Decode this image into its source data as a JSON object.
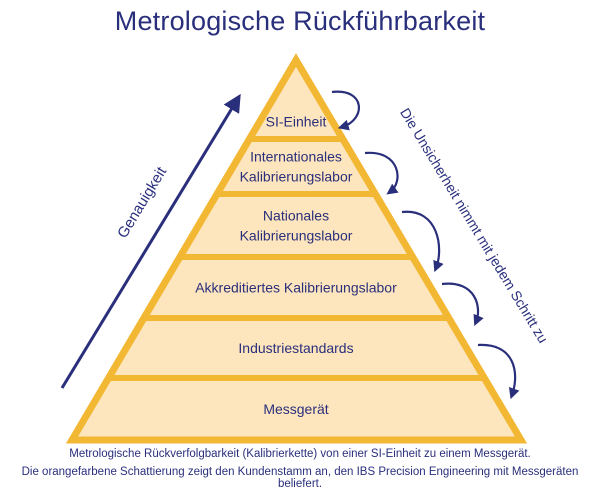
{
  "title": "Metrologische Rückführbarkeit",
  "levels": [
    {
      "lines": [
        "SI-Einheit"
      ]
    },
    {
      "lines": [
        "Internationales",
        "Kalibrierungslabor"
      ]
    },
    {
      "lines": [
        "Nationales",
        "Kalibrierungslabor"
      ]
    },
    {
      "lines": [
        "Akkreditiertes Kalibrierungslabor"
      ]
    },
    {
      "lines": [
        "Industriestandards"
      ]
    },
    {
      "lines": [
        "Messgerät"
      ]
    }
  ],
  "left_arrow_label": "Genauigkeit",
  "right_label": "Die Unsicherheit nimmt mit jedem Schritt zu",
  "caption_line1": "Metrologische Rückverfolgbarkeit (Kalibrierkette) von einer SI-Einheit zu einem Messgerät.",
  "caption_line2": "Die orangefarbene Schattierung zeigt den Kundenstamm an, den IBS Precision Engineering mit Messgeräten beliefert.",
  "colors": {
    "title": "#2a2f7c",
    "fill": "#fde6bd",
    "outline": "#f2b733",
    "text": "#2a2f7c",
    "arrow": "#2a2f7c"
  }
}
